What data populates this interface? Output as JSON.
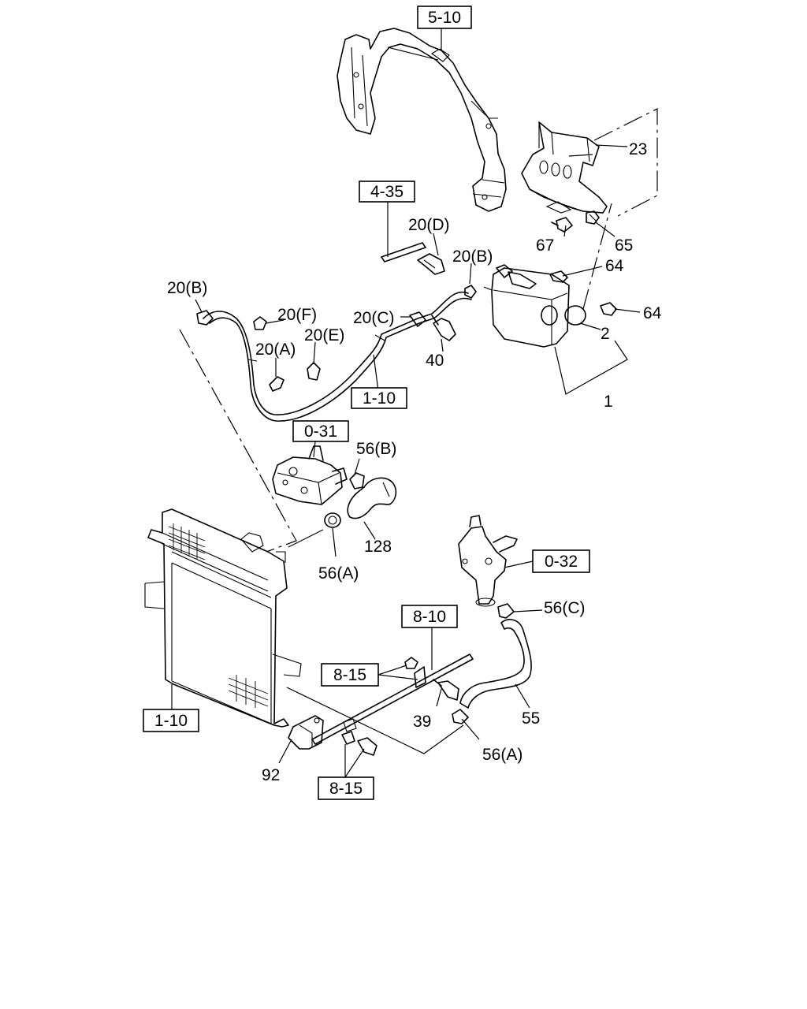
{
  "refs": {
    "r_5_10": "5-10",
    "r_4_35": "4-35",
    "r_1_10_top": "1-10",
    "r_0_31": "0-31",
    "r_0_32": "0-32",
    "r_8_10": "8-10",
    "r_8_15_top": "8-15",
    "r_1_10_bottom": "1-10",
    "r_8_15_bottom": "8-15"
  },
  "callouts": {
    "c23": "23",
    "c65": "65",
    "c67": "67",
    "c64a": "64",
    "c64b": "64",
    "c2": "2",
    "c1": "1",
    "c40": "40",
    "c20d": "20(D)",
    "c20b_right": "20(B)",
    "c20c": "20(C)",
    "c20b_left": "20(B)",
    "c20f": "20(F)",
    "c20e": "20(E)",
    "c20a": "20(A)",
    "c56b": "56(B)",
    "c128": "128",
    "c56a_top": "56(A)",
    "c56c": "56(C)",
    "c55": "55",
    "c39": "39",
    "c56a_bottom": "56(A)",
    "c92": "92"
  }
}
